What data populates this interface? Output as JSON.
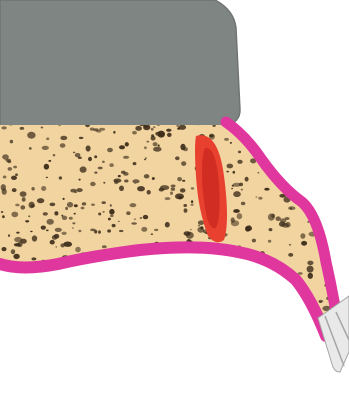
{
  "diagram": {
    "colors": {
      "background": "#ffffff",
      "crown": "#7f8582",
      "crown_edge": "#6f7572",
      "bone": "#f1d4a0",
      "bone_pores": "#3a2a18",
      "gingiva": "#e0379f",
      "gingiva_dark": "#c72b8b",
      "lesion": "#e8412f",
      "lesion_core": "#d22d22",
      "instrument": "#e9e9e9",
      "instrument_edge": "#a6a6a6"
    },
    "structures": [
      "crown",
      "bone",
      "gingiva",
      "lesion",
      "instrument"
    ]
  }
}
